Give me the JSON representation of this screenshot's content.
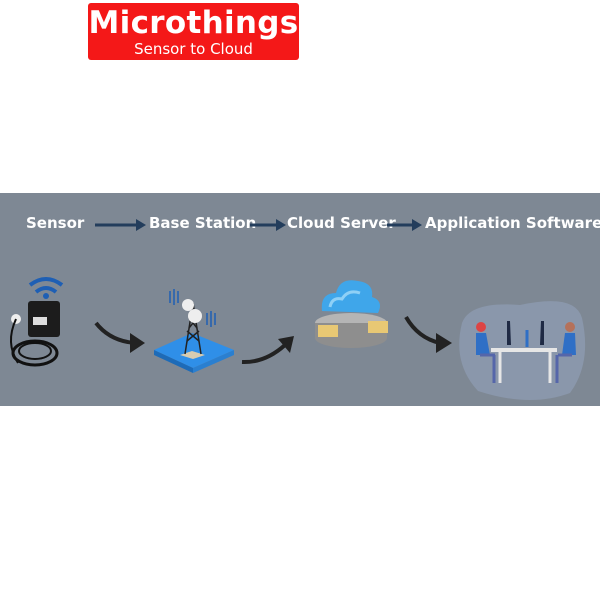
{
  "logo": {
    "brand": "Microthings",
    "tagline": "Sensor to Cloud"
  },
  "flow": {
    "steps": [
      "Sensor",
      "Base Station",
      "Cloud Server",
      "Application Software"
    ]
  },
  "colors": {
    "logo_bg": "#f41818",
    "banner_bg": "#7e8894",
    "arrow": "#233d5c"
  }
}
